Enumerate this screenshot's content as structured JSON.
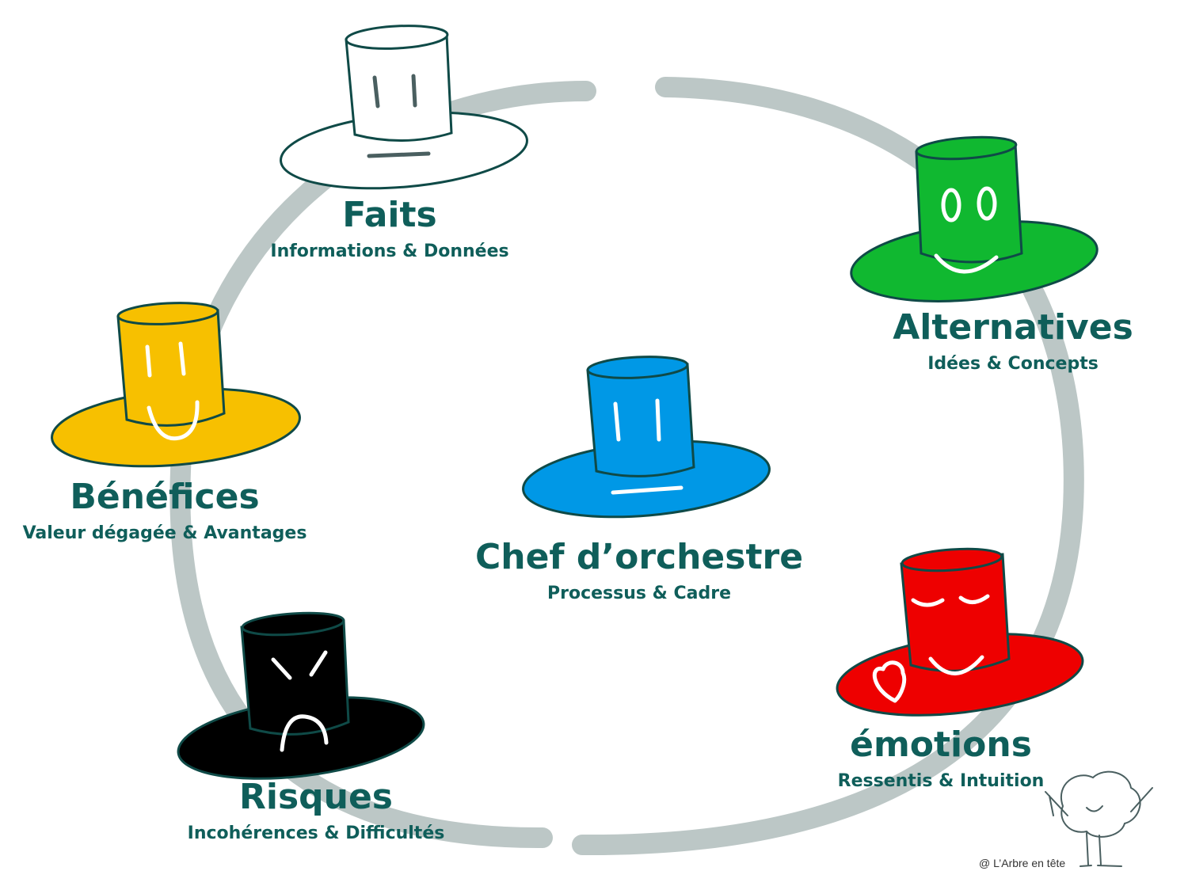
{
  "hats": [
    {
      "id": "faits",
      "title": "Faits",
      "subtitle": "Informations & Données",
      "color": "#ffffff",
      "face": "neutral-dark"
    },
    {
      "id": "alternatives",
      "title": "Alternatives",
      "subtitle": "Idées & Concepts",
      "color": "#10b830",
      "face": "happy-round"
    },
    {
      "id": "emotions",
      "title": "émotions",
      "subtitle": "Ressentis & Intuition",
      "color": "#ee0000",
      "face": "content-heart"
    },
    {
      "id": "risques",
      "title": "Risques",
      "subtitle": "Incohérences & Difficultés",
      "color": "#000000",
      "face": "angry"
    },
    {
      "id": "benefices",
      "title": "Bénéfices",
      "subtitle": "Valeur dégagée & Avantages",
      "color": "#f7c000",
      "face": "happy"
    },
    {
      "id": "chef",
      "title": "Chef d’orchestre",
      "subtitle": "Processus & Cadre",
      "color": "#0098e6",
      "face": "neutral"
    }
  ],
  "colors": {
    "text": "#0f5e5a",
    "ring": "#bcc7c6",
    "outline": "#0f4a47"
  },
  "credit": "@ L’Arbre en tête"
}
